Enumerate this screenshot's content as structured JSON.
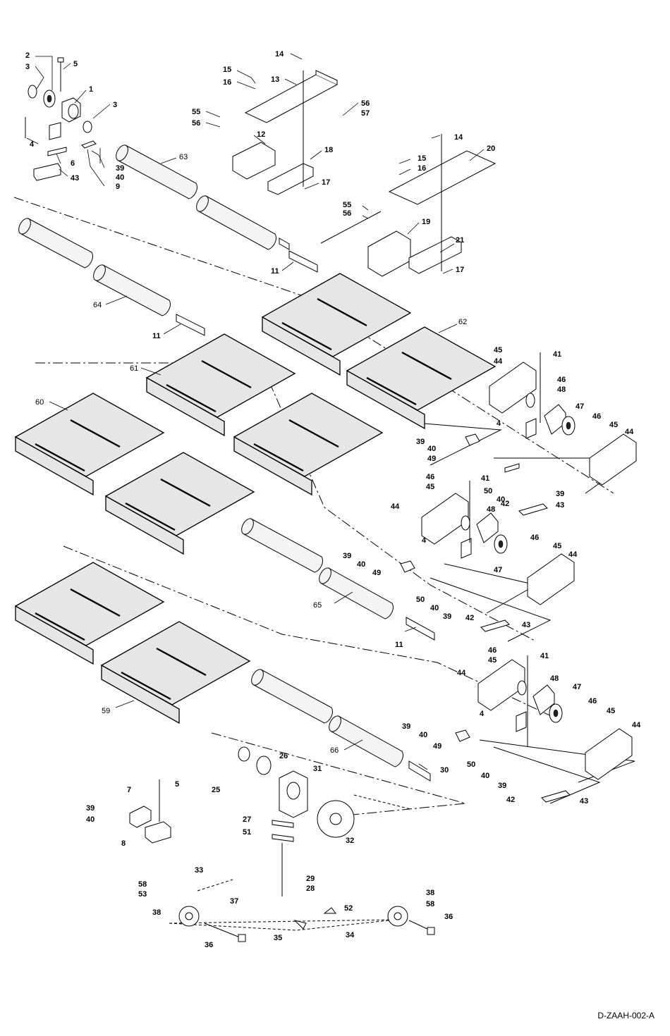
{
  "document_code": "D-ZAAH-002-A",
  "callouts": {
    "n1": "1",
    "n2": "2",
    "n3": "3",
    "n4": "4",
    "n5": "5",
    "n6": "6",
    "n7": "7",
    "n8": "8",
    "n9": "9",
    "n11": "11",
    "n12": "12",
    "n13": "13",
    "n14": "14",
    "n15": "15",
    "n16": "16",
    "n17": "17",
    "n18": "18",
    "n19": "19",
    "n20": "20",
    "n21": "21",
    "n25": "25",
    "n26": "26",
    "n27": "27",
    "n28": "28",
    "n29": "29",
    "n30": "30",
    "n31": "31",
    "n32": "32",
    "n33": "33",
    "n34": "34",
    "n35": "35",
    "n36": "36",
    "n37": "37",
    "n38": "38",
    "n39": "39",
    "n40": "40",
    "n41": "41",
    "n42": "42",
    "n43": "43",
    "n44": "44",
    "n45": "45",
    "n46": "46",
    "n47": "47",
    "n48": "48",
    "n49": "49",
    "n50": "50",
    "n51": "51",
    "n52": "52",
    "n53": "53",
    "n55": "55",
    "n56": "56",
    "n57": "57",
    "n58": "58",
    "n59": "59",
    "n60": "60",
    "n61": "61",
    "n62": "62",
    "n63": "63",
    "n64": "64",
    "n65": "65",
    "n66": "66"
  }
}
